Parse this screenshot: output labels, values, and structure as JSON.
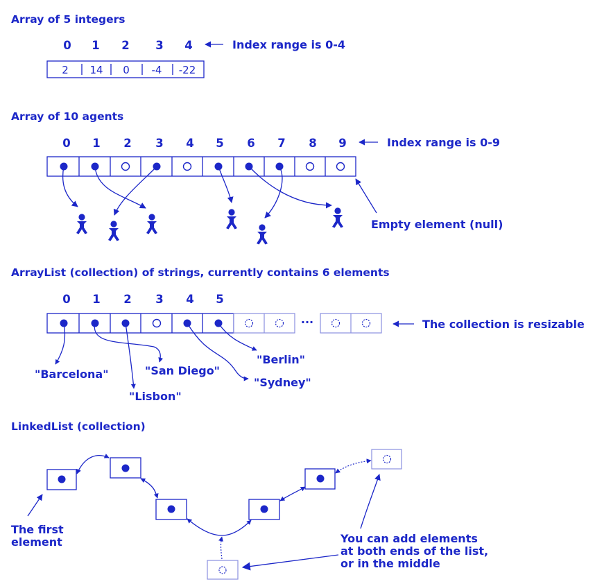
{
  "colors": {
    "ink": "#1c27c8",
    "faint": "#8a90e0",
    "background": "#ffffff"
  },
  "array_ints": {
    "title": "Array of 5 integers",
    "indices": [
      "0",
      "1",
      "2",
      "3",
      "4"
    ],
    "values": [
      "2",
      "14",
      "0",
      "-4",
      "-22"
    ],
    "index_note": "Index range is 0-4"
  },
  "array_agents": {
    "title": "Array of 10 agents",
    "indices": [
      "0",
      "1",
      "2",
      "3",
      "4",
      "5",
      "6",
      "7",
      "8",
      "9"
    ],
    "index_note": "Index range is 0-9",
    "empty_note": "Empty element (null)",
    "agent_icon": "stick-figure-icon"
  },
  "arraylist": {
    "title": "ArrayList (collection) of strings, currently contains 6 elements",
    "indices": [
      "0",
      "1",
      "2",
      "3",
      "4",
      "5"
    ],
    "ellipsis": "···",
    "resize_note": "The collection is resizable",
    "strings": [
      "\"Barcelona\"",
      "\"Lisbon\"",
      "\"San Diego\"",
      "\"Sydney\"",
      "\"Berlin\""
    ]
  },
  "linkedlist": {
    "title": "LinkedList (collection)",
    "first_note_line1": "The first",
    "first_note_line2": "element",
    "add_note_line1": "You can add elements",
    "add_note_line2": "at both ends of the list,",
    "add_note_line3": "or in the middle"
  }
}
